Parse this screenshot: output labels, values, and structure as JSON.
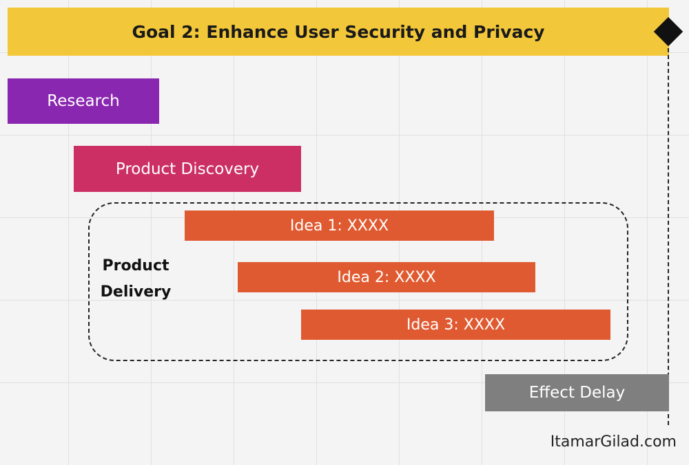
{
  "goal": {
    "title": "Goal 2: Enhance User Security and Privacy"
  },
  "phases": {
    "research": "Research",
    "discovery": "Product Discovery",
    "delivery_label": "Product Delivery",
    "ideas": [
      "Idea 1: XXXX",
      "Idea 2: XXXX",
      "Idea 3: XXXX"
    ],
    "effect_delay": "Effect Delay"
  },
  "credit": "ItamarGilad.com",
  "colors": {
    "goal": "#f3c73a",
    "research": "#8a27b1",
    "discovery": "#cc2f63",
    "idea": "#e05a31",
    "effect_delay": "#7f7f7f"
  },
  "icons": {
    "milestone": "diamond-milestone-icon"
  }
}
